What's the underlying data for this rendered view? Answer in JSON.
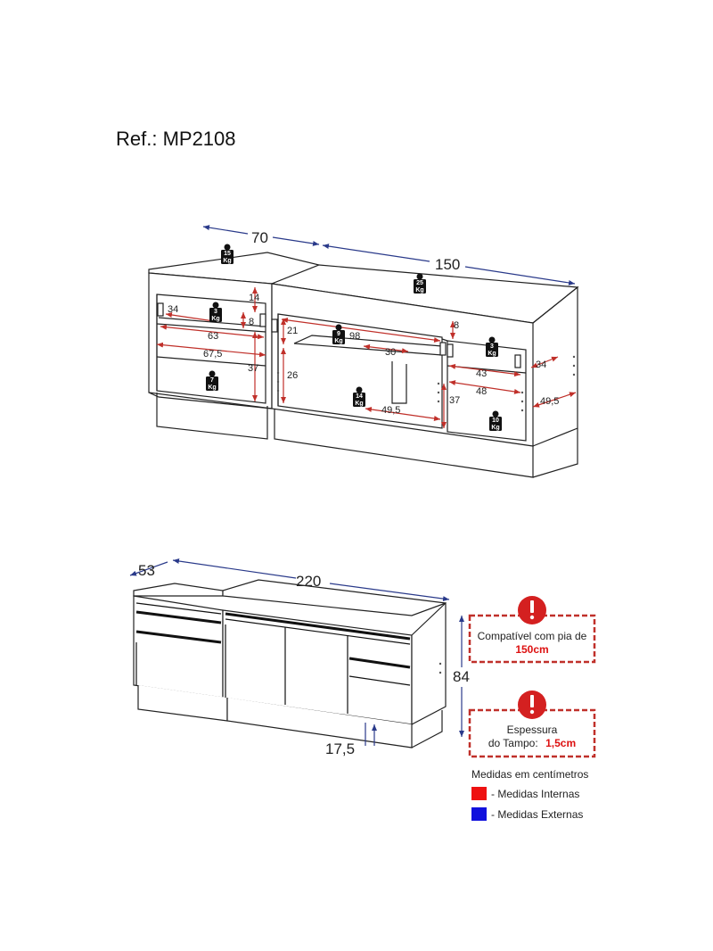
{
  "ref": "Ref.: MP2108",
  "top_view": {
    "external": {
      "width_left": "70",
      "width_right": "150"
    },
    "internal": {
      "l_34": "34",
      "l_14": "14",
      "l_8": "8",
      "l_63": "63",
      "l_67_5": "67,5",
      "l_37": "37",
      "c_21": "21",
      "c_26": "26",
      "c_98": "98",
      "c_30": "30",
      "c_49_5": "49,5",
      "r_8": "8",
      "r_34": "34",
      "r_43": "43",
      "r_48": "48",
      "r_37": "37",
      "r_49_5": "49,5"
    },
    "weights": {
      "w15": [
        "15",
        "Kg"
      ],
      "w25": [
        "25",
        "Kg"
      ],
      "w3a": [
        "3",
        "Kg"
      ],
      "w9": [
        "9",
        "Kg"
      ],
      "w3b": [
        "3",
        "Kg"
      ],
      "w7": [
        "7",
        "Kg"
      ],
      "w14": [
        "14",
        "Kg"
      ],
      "w10": [
        "10",
        "Kg"
      ]
    }
  },
  "front_view": {
    "depth": "53",
    "width": "220",
    "height": "84",
    "plinth": "17,5"
  },
  "callouts": {
    "sink": {
      "line1": "Compatível com pia de",
      "line2": "150cm"
    },
    "top": {
      "line1": "Espessura",
      "line2_prefix": "do Tampo:",
      "line2_value": "1,5cm"
    }
  },
  "legend": {
    "title": "Medidas em centímetros",
    "items": [
      {
        "label": "- Medidas Internas",
        "color": "#ee1111"
      },
      {
        "label": "- Medidas Externas",
        "color": "#1111dd"
      }
    ]
  },
  "colors": {
    "internal": "#c0302a",
    "external": "#2a3a8a",
    "callout_border": "#c0302a",
    "callout_icon": "#d42020"
  }
}
